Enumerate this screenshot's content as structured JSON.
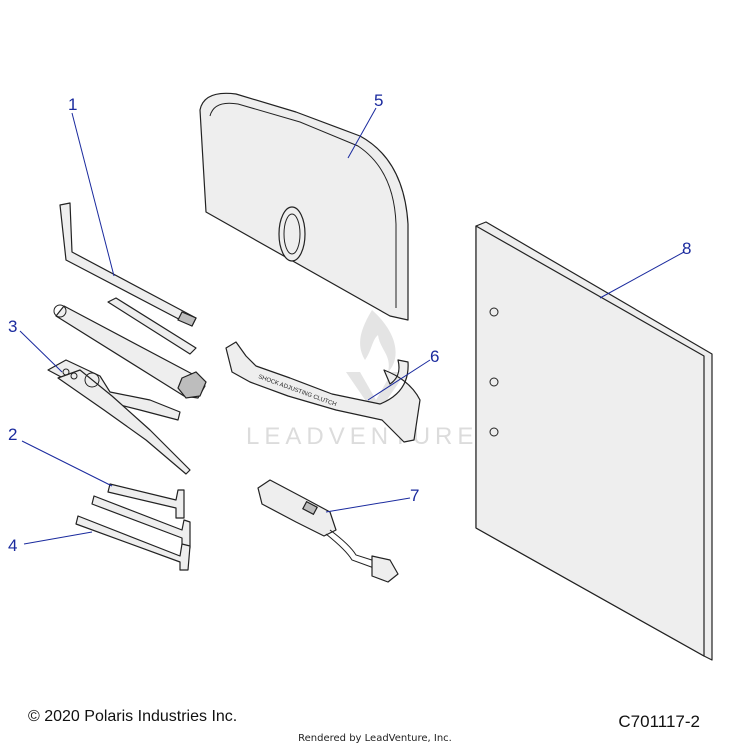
{
  "callouts": {
    "c1": "1",
    "c2": "2",
    "c3": "3",
    "c4": "4",
    "c5": "5",
    "c6": "6",
    "c7": "7",
    "c8": "8"
  },
  "spanner_label": "SHOCK ADJUSTING CLUTCH",
  "watermark": "LEADVENTURE",
  "footer": {
    "copyright": "© 2020 Polaris Industries Inc.",
    "diagram_code": "C701117-2",
    "rendered_by": "Rendered by LeadVenture, Inc."
  },
  "colors": {
    "callout": "#1a2a9e",
    "part_fill": "#eeeeee",
    "outline": "#222222"
  }
}
